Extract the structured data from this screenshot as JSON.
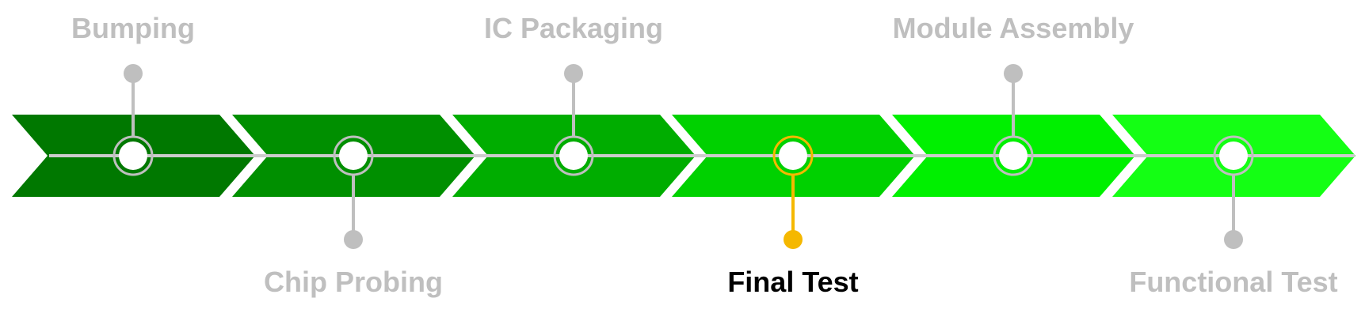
{
  "steps": [
    {
      "label": "Bumping",
      "side": "top",
      "active": false,
      "color": "#007800"
    },
    {
      "label": "Chip Probing",
      "side": "bottom",
      "active": false,
      "color": "#008F00"
    },
    {
      "label": "IC Packaging",
      "side": "top",
      "active": false,
      "color": "#00AD00"
    },
    {
      "label": "Final Test",
      "side": "bottom",
      "active": true,
      "color": "#00D100"
    },
    {
      "label": "Module Assembly",
      "side": "top",
      "active": false,
      "color": "#00F000"
    },
    {
      "label": "Functional Test",
      "side": "bottom",
      "active": false,
      "color": "#14FF14"
    }
  ],
  "colors": {
    "connector": "#bfbfbf",
    "active_connector": "#f5b800",
    "active_label": "#000000",
    "inactive_label": "#bfbfbf",
    "axis_line": "#cccccc",
    "node_fill": "#ffffff"
  }
}
